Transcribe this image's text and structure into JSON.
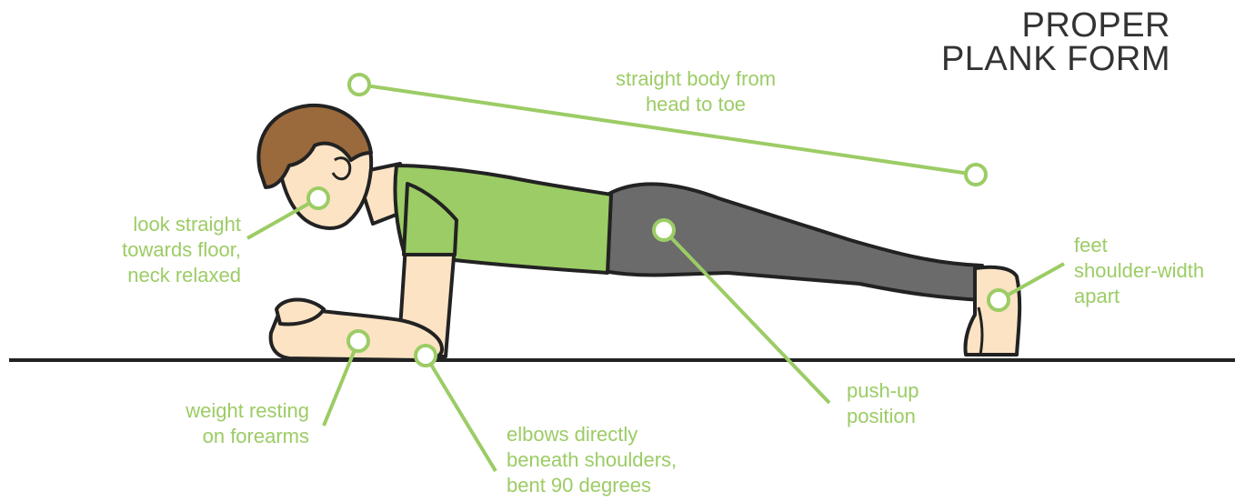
{
  "title": {
    "line1": "PROPER",
    "line2": "PLANK FORM"
  },
  "annotations": {
    "body": {
      "line1": "straight body from",
      "line2": "head to toe"
    },
    "look": {
      "line1": "look straight",
      "line2": "towards floor,",
      "line3": "neck relaxed"
    },
    "feet": {
      "line1": "feet",
      "line2": "shoulder-width",
      "line3": "apart"
    },
    "forearms": {
      "line1": "weight resting",
      "line2": "on forearms"
    },
    "elbows": {
      "line1": "elbows directly",
      "line2": "beneath shoulders,",
      "line3": "bent 90 degrees"
    },
    "pushup": {
      "line1": "push-up",
      "line2": "position"
    }
  },
  "colors": {
    "accent": "#9ccc65",
    "outline": "#222222",
    "skin": "#fbe3c4",
    "hair": "#9a6a3c",
    "shirt": "#9ccc65",
    "pants": "#6b6b6b",
    "title": "#333333"
  }
}
